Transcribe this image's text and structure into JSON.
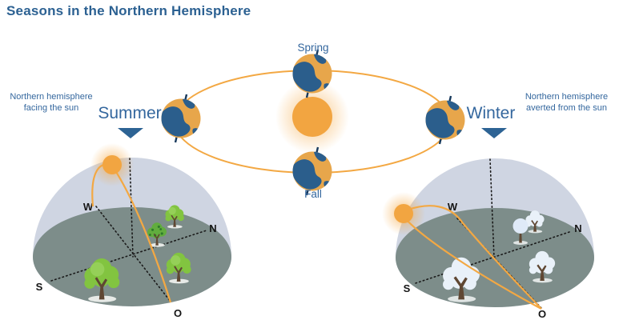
{
  "title": "Seasons in the Northern Hemisphere",
  "seasons": {
    "spring": "Spring",
    "fall": "Fall",
    "summer": "Summer",
    "winter": "Winter"
  },
  "annotations": {
    "left": "Northern hemisphere facing the sun",
    "right": "Northern hemisphere averted from the sun"
  },
  "compass_left": {
    "w": "W",
    "n": "N",
    "s": "S",
    "o": "O"
  },
  "compass_right": {
    "w": "W",
    "n": "N",
    "s": "S",
    "o": "O"
  },
  "icons": {
    "sun": "sun-icon",
    "earth": "earth-icon",
    "pointer": "triangle-down-icon",
    "summer_trees": "green-tree-icons",
    "winter_trees": "snow-tree-icons"
  },
  "colors": {
    "accent_orange": "#f2a541",
    "label_blue": "#34679e",
    "title_blue": "#2c6192",
    "dome_sky": "#cfd5e2",
    "dome_ground": "#7d8d8a",
    "tree_green": "#82c440",
    "fruit_tree_green": "#61ad3e",
    "snow_foliage": "#e9f1f9",
    "trunk_brown": "#5f4733",
    "earth_land": "#e7a64b",
    "earth_ocean": "#2b5e8c"
  }
}
